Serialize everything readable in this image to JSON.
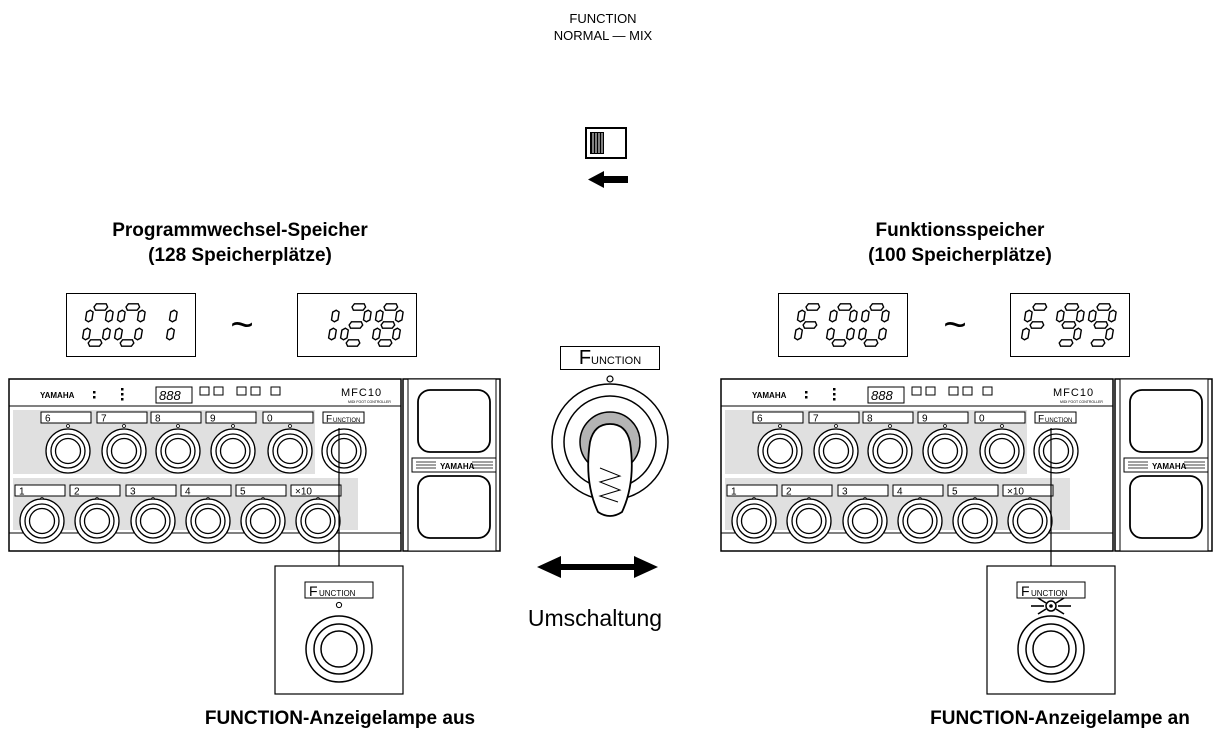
{
  "switch_label": {
    "line1": "FUNCTION",
    "line2": "NORMAL — MIX"
  },
  "left_panel": {
    "title_line1": "Programmwechsel-Speicher",
    "title_line2": "(128 Speicherplätze)",
    "display_from": "001",
    "display_to": "128",
    "tilde": "~",
    "caption": "FUNCTION-Anzeigelampe aus",
    "lamp_on": false
  },
  "right_panel": {
    "title_line1": "Funktionsspeicher",
    "title_line2": "(100 Speicherplätze)",
    "display_from": "F00",
    "display_to": "F99",
    "tilde": "~",
    "caption": "FUNCTION-Anzeigelampe an",
    "lamp_on": true
  },
  "center": {
    "function_label_big": "F",
    "function_label_small": "UNCTION",
    "toggle_caption": "Umschaltung"
  },
  "device": {
    "brand": "YAMAHA",
    "model": "MFC10",
    "model_sub": "MIDI FOOT CONTROLLER",
    "readout": "888",
    "top_row_labels": [
      "6",
      "7",
      "8",
      "9",
      "0"
    ],
    "bottom_row_labels": [
      "1",
      "2",
      "3",
      "4",
      "5",
      "×10"
    ],
    "function_key_big": "F",
    "function_key_small": "UNCTION",
    "pedal_brand": "YAMAHA"
  }
}
